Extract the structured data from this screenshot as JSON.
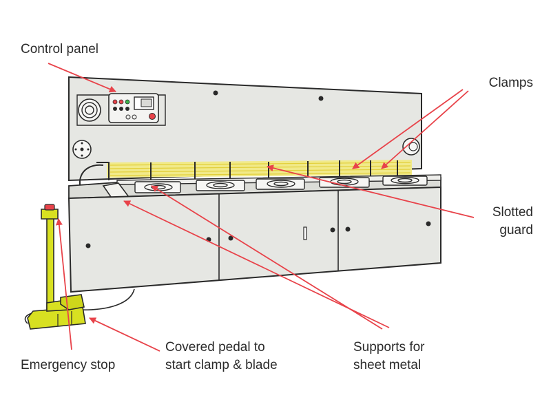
{
  "labels": {
    "control_panel": "Control panel",
    "clamps": "Clamps",
    "slotted_guard": [
      "Slotted",
      "guard"
    ],
    "emergency_stop": "Emergency stop",
    "covered_pedal": [
      "Covered pedal to",
      "start clamp & blade"
    ],
    "supports": [
      "Supports for",
      "sheet metal"
    ]
  },
  "colors": {
    "arrow": "#e8434a",
    "machine_fill": "#e6e7e3",
    "outline": "#2a2a2a",
    "pedal_yellow": "#d8e021",
    "guard_yellow": "#f1ea8a",
    "text": "#2b2b2b"
  }
}
